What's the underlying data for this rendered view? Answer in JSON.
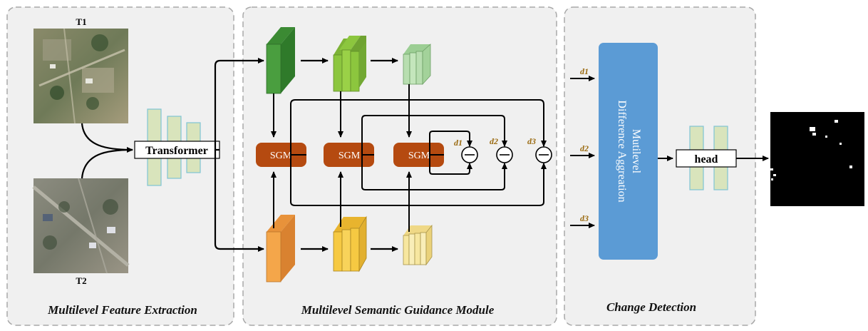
{
  "panels": {
    "left": "Multilevel Feature Extraction",
    "middle": "Multilevel Semantic Guidance Module",
    "right": "Change Detection"
  },
  "labels": {
    "t1": "T1",
    "t2": "T2",
    "transformer": "Transformer",
    "sgm": "SGM",
    "d1": "d1",
    "d2": "d2",
    "d3": "d3",
    "mda_line1": "Mutilevel",
    "mda_line2": "Difference Aggreation",
    "head": "head"
  },
  "colors": {
    "panel_bg": "#f0f0f0",
    "panel_border": "#a8a8a8",
    "green_dark": "#4a9e3f",
    "green_mid": "#8cc63e",
    "green_light": "#b8deb0",
    "orange_dark": "#f4a64a",
    "yellow_mid": "#f6c942",
    "yellow_light": "#f7e7a0",
    "sgm": "#b54a10",
    "mda_blue": "#5b9bd5",
    "feature_bar": "#d9e4bc",
    "feature_bar_border": "#7fc4d4",
    "d_label": "#9a6a10"
  }
}
